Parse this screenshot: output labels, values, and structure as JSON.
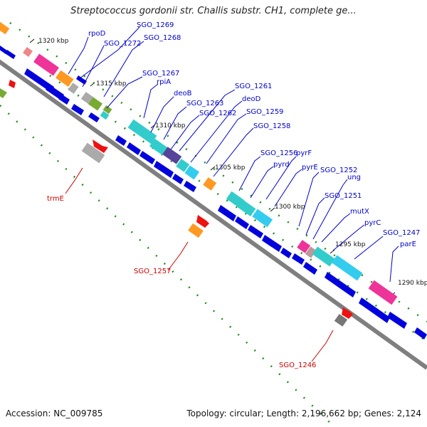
{
  "title": "Streptococcus gordonii str. Challis substr. CH1, complete ge...",
  "accession": "Accession: NC_009785",
  "summary": "Topology: circular; Length: 2,196,662 bp; Genes: 2,124",
  "colors": {
    "backbone": "#7f7f7f",
    "cds_blue": "#0000dd",
    "tick_green": "#228b22",
    "label_blue": "#0000cc",
    "label_red": "#cc0000",
    "magenta": "#ee3399",
    "orange": "#ff9922",
    "cyan": "#33cccc",
    "olive": "#77aa33",
    "gray": "#aaaaaa",
    "purple": "#554499",
    "red": "#ee1111"
  },
  "ticks": [
    {
      "kbp": 1320,
      "label": "1320 kbp"
    },
    {
      "kbp": 1315,
      "label": "1315 kbp"
    },
    {
      "kbp": 1310,
      "label": "1310 kbp"
    },
    {
      "kbp": 1305,
      "label": "1305 kbp"
    },
    {
      "kbp": 1300,
      "label": "1300 kbp"
    },
    {
      "kbp": 1295,
      "label": "1295 kbp"
    },
    {
      "kbp": 1290,
      "label": "1290 kbp"
    }
  ],
  "top_labels": [
    "rpoD",
    "SGO_1269",
    "SGO_1272",
    "SGO_1268",
    "SGO_1267",
    "rpiA",
    "deoB",
    "SGO_1263",
    "SGO_1261",
    "deoD",
    "SGO_1262",
    "SGO_1259",
    "SGO_1258",
    "SGO_1256",
    "pyrF",
    "pyrd",
    "pyrE",
    "SGO_1252",
    "ung",
    "SGO_1251",
    "mutX",
    "pyrC",
    "SGO_1247",
    "parE"
  ],
  "bottom_labels": [
    "trmE",
    "SGO_1257",
    "SGO_1246"
  ]
}
